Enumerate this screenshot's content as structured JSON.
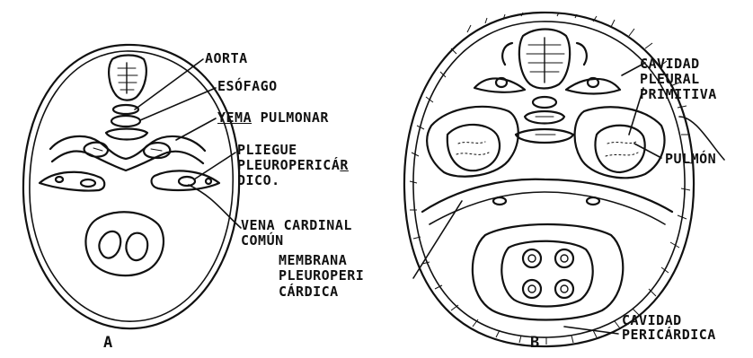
{
  "panels": {
    "a": {
      "letter": "A",
      "labels": {
        "aorta": "AORTA",
        "esofago": "ESÓFAGO",
        "yema_pulmonar_1": "YEMA",
        "yema_pulmonar_2": "PULMONAR",
        "pliegue_1": "PLIEGUE",
        "pliegue_2a": "PLEUROPERICÁ",
        "pliegue_2b": "R",
        "pliegue_3": "DICO.",
        "vena_1": "VENA CARDINAL",
        "vena_2": "COMÚN",
        "membrana_1": "MEMBRANA",
        "membrana_2a": "PLEUROPERI",
        "membrana_2b": "",
        "membrana_3": "CÁRDICA"
      }
    },
    "b": {
      "letter": "B",
      "labels": {
        "cavidad_pleural_1": "CAVIDAD",
        "cavidad_pleural_2": "PLEURAL",
        "cavidad_pleural_3": "PRIMITIVA",
        "pulmon": "PULMÓN",
        "cavidad_peri_1": "CAVIDAD",
        "cavidad_peri_2": "PERICÁRDICA"
      }
    }
  }
}
